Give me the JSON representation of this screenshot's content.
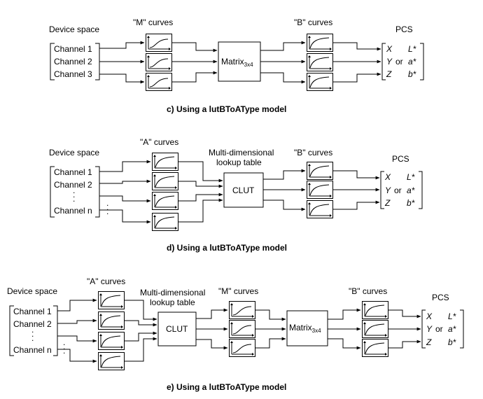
{
  "panels": [
    {
      "caption": "c) Using a lutBToAType model",
      "device_space_label": "Device space",
      "channels": [
        "Channel 1",
        "Channel 2",
        "Channel 3"
      ],
      "stage1_label": "\"M\" curves",
      "matrix_label": "Matrix",
      "matrix_sub": "3x4",
      "b_curves_label": "\"B\" curves",
      "pcs_label": "PCS",
      "pcs_rows": [
        {
          "xyz": "X",
          "or": "",
          "lab": "L*"
        },
        {
          "xyz": "Y",
          "or": "or",
          "lab": "a*"
        },
        {
          "xyz": "Z",
          "or": "",
          "lab": "b*"
        }
      ]
    },
    {
      "caption": "d) Using a lutBToAType model",
      "device_space_label": "Device space",
      "channels": [
        "Channel 1",
        "Channel 2",
        "Channel n"
      ],
      "a_curves_label": "\"A\" curves",
      "lut_label_line1": "Multi-dimensional",
      "lut_label_line2": "lookup table",
      "clut_label": "CLUT",
      "b_curves_label": "\"B\" curves",
      "pcs_label": "PCS",
      "pcs_rows": [
        {
          "xyz": "X",
          "or": "",
          "lab": "L*"
        },
        {
          "xyz": "Y",
          "or": "or",
          "lab": "a*"
        },
        {
          "xyz": "Z",
          "or": "",
          "lab": "b*"
        }
      ]
    },
    {
      "caption": "e) Using a lutBToAType model",
      "device_space_label": "Device space",
      "channels": [
        "Channel 1",
        "Channel 2",
        "Channel n"
      ],
      "a_curves_label": "\"A\" curves",
      "lut_label_line1": "Multi-dimensional",
      "lut_label_line2": "lookup table",
      "clut_label": "CLUT",
      "m_curves_label": "\"M\" curves",
      "matrix_label": "Matrix",
      "matrix_sub": "3x4",
      "b_curves_label": "\"B\" curves",
      "pcs_label": "PCS",
      "pcs_rows": [
        {
          "xyz": "X",
          "or": "",
          "lab": "L*"
        },
        {
          "xyz": "Y",
          "or": "or",
          "lab": "a*"
        },
        {
          "xyz": "Z",
          "or": "",
          "lab": "b*"
        }
      ]
    }
  ]
}
